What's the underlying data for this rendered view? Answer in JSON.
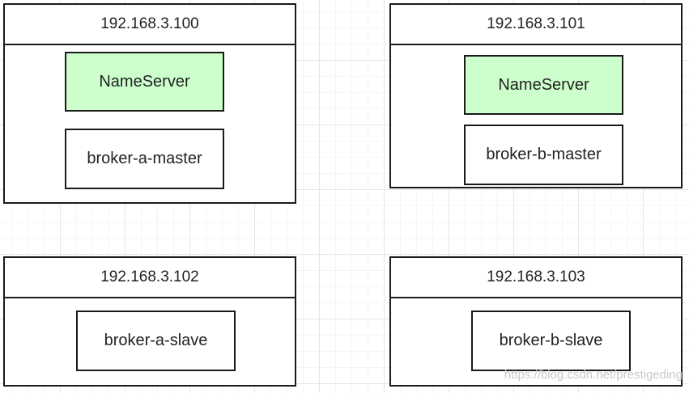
{
  "hosts": [
    {
      "ip": "192.168.3.100",
      "nodes": [
        "NameServer",
        "broker-a-master"
      ]
    },
    {
      "ip": "192.168.3.101",
      "nodes": [
        "NameServer",
        "broker-b-master"
      ]
    },
    {
      "ip": "192.168.3.102",
      "nodes": [
        "broker-a-slave"
      ]
    },
    {
      "ip": "192.168.3.103",
      "nodes": [
        "broker-b-slave"
      ]
    }
  ],
  "watermark": "https://blog.csdn.net/prestigeding",
  "colors": {
    "nameserver_fill": "#ccffcc",
    "border": "#1a1a1a",
    "grid_line": "#e6e6e6"
  }
}
